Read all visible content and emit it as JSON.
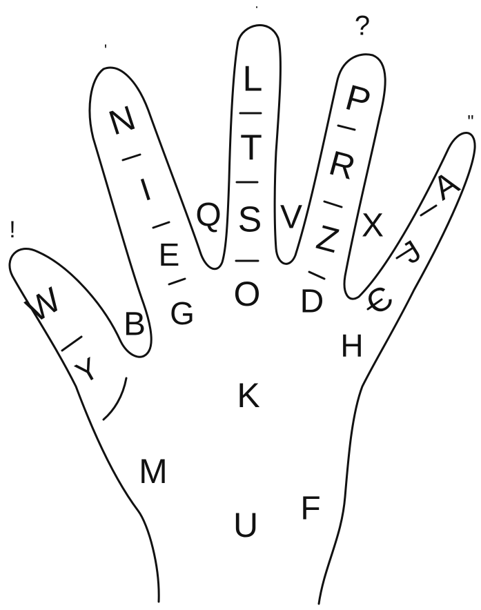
{
  "hand": {
    "punctuation": {
      "pinky_tip": "!",
      "ring_tip": "'",
      "middle_tip": ".",
      "index_tip": "?",
      "thumb_tip": "\""
    },
    "pinky": {
      "letters": [
        "W",
        "Y"
      ]
    },
    "ring": {
      "letters": [
        "N",
        "I",
        "E",
        "G"
      ]
    },
    "middle": {
      "letters": [
        "L",
        "T",
        "S",
        "O"
      ]
    },
    "index": {
      "letters": [
        "P",
        "R",
        "Z",
        "D"
      ]
    },
    "thumb": {
      "letters": [
        "A",
        "J",
        "C",
        "H"
      ]
    },
    "gaps": {
      "pinky_ring": "B",
      "ring_middle": "Q",
      "middle_index": "V",
      "index_thumb": "X"
    },
    "palm": {
      "letters": [
        "K",
        "M",
        "U",
        "F"
      ]
    }
  }
}
